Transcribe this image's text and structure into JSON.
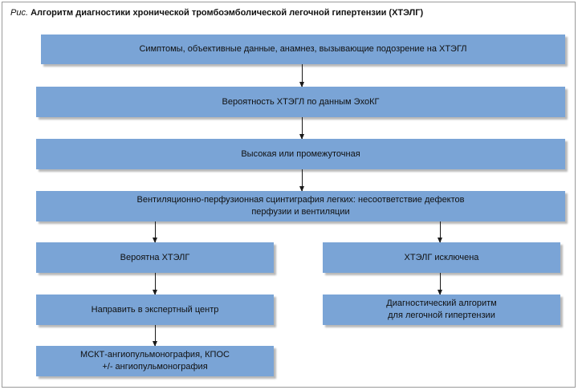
{
  "caption": {
    "prefix": "Рис.",
    "title": "Алгоритм диагностики хронической тромбоэмболической легочной гипертензии (ХТЭЛГ)"
  },
  "boxes": {
    "symptoms": "Симптомы, объективные данные, анамнез, вызывающие подозрение на ХТЭГЛ",
    "echo": "Вероятность ХТЭГЛ по данным ЭхоКГ",
    "high": "Высокая или промежуточная",
    "vq": "Вентиляционно-перфузионная сцинтиграфия легких: несоответствие дефектов\nперфузии и вентиляции",
    "likely": "Вероятна ХТЭЛГ",
    "excluded": "ХТЭЛГ исключена",
    "refer": "Направить в экспертный центр",
    "algorithm": "Диагностический алгоритм\nдля легочной гипертензии",
    "msct": "МСКТ-ангиопульмонография, КПОС\n+/- ангиопульмонография"
  },
  "colors": {
    "box_fill": "#7aa4d6",
    "arrow": "#1a1a1a"
  }
}
